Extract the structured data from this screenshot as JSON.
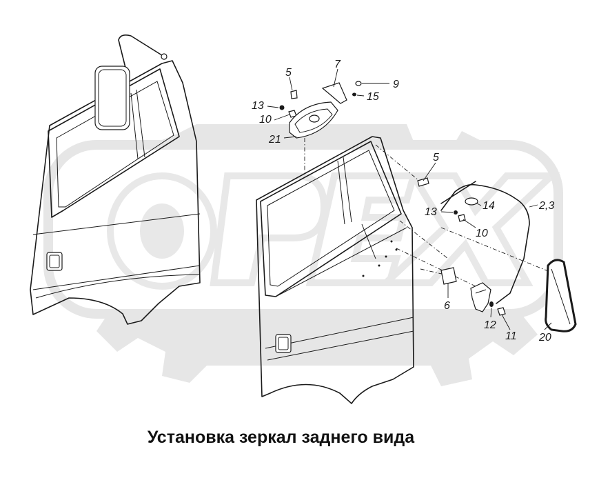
{
  "caption": "Установка зеркал заднего вида",
  "callouts": {
    "c5_top": "5",
    "c7": "7",
    "c9": "9",
    "c15": "15",
    "c13_top": "13",
    "c10_top": "10",
    "c21": "21",
    "c5_right": "5",
    "c2_3": "2,3",
    "c14": "14",
    "c13_right": "13",
    "c10_right": "10",
    "c6": "6",
    "c12": "12",
    "c11": "11",
    "c20": "20"
  },
  "watermark": "OPEX"
}
